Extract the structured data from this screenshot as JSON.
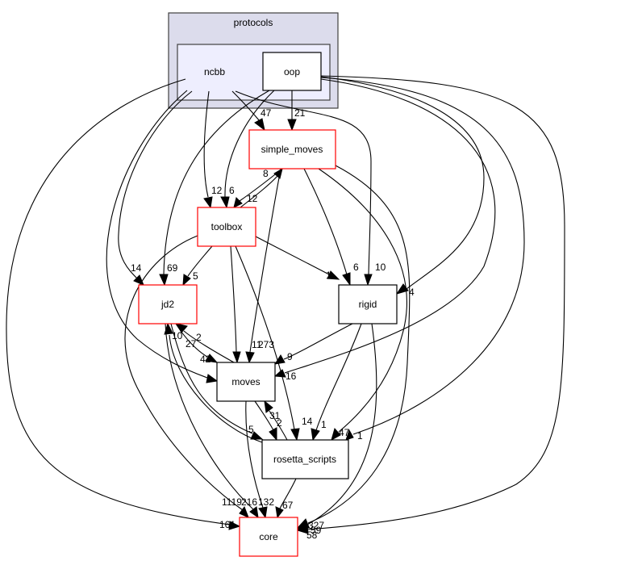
{
  "diagram": {
    "type": "directory-dependency-graph",
    "clusters": [
      {
        "id": "protocols",
        "label": "protocols",
        "fill": "#dcdcec",
        "stroke": "#404040"
      },
      {
        "id": "ncbb",
        "label": "ncbb",
        "fill": "#eeeefe",
        "stroke": "#404040"
      }
    ],
    "nodes": [
      {
        "id": "oop",
        "label": "oop",
        "border": "#000000"
      },
      {
        "id": "simple_moves",
        "label": "simple_moves",
        "border": "#ff0000"
      },
      {
        "id": "toolbox",
        "label": "toolbox",
        "border": "#ff0000"
      },
      {
        "id": "jd2",
        "label": "jd2",
        "border": "#ff0000"
      },
      {
        "id": "rigid",
        "label": "rigid",
        "border": "#000000"
      },
      {
        "id": "moves",
        "label": "moves",
        "border": "#000000"
      },
      {
        "id": "rosetta_scripts",
        "label": "rosetta_scripts",
        "border": "#000000"
      },
      {
        "id": "core",
        "label": "core",
        "border": "#ff0000"
      }
    ],
    "edges": [
      {
        "from": "ncbb",
        "to": "simple_moves",
        "label": "47"
      },
      {
        "from": "oop",
        "to": "simple_moves",
        "label": "21"
      },
      {
        "from": "ncbb",
        "to": "toolbox",
        "label": "12"
      },
      {
        "from": "oop",
        "to": "toolbox",
        "label": "6"
      },
      {
        "from": "simple_moves",
        "to": "toolbox",
        "label": "12"
      },
      {
        "from": "toolbox",
        "to": "simple_moves",
        "label": "8"
      },
      {
        "from": "ncbb",
        "to": "jd2",
        "label": "14"
      },
      {
        "from": "oop",
        "to": "jd2",
        "label": "69"
      },
      {
        "from": "toolbox",
        "to": "jd2",
        "label": "5"
      },
      {
        "from": "toolbox",
        "to": "rigid",
        "label": "1"
      },
      {
        "from": "simple_moves",
        "to": "rigid",
        "label": "6"
      },
      {
        "from": "ncbb",
        "to": "rigid",
        "label": "10"
      },
      {
        "from": "oop",
        "to": "rigid",
        "label": "4"
      },
      {
        "from": "jd2",
        "to": "moves",
        "label": "27"
      },
      {
        "from": "moves",
        "to": "jd2",
        "label": "2"
      },
      {
        "from": "rosetta_scripts",
        "to": "jd2",
        "label": "10"
      },
      {
        "from": "ncbb",
        "to": "moves",
        "label": "42"
      },
      {
        "from": "toolbox",
        "to": "moves",
        "label": "11"
      },
      {
        "from": "simple_moves",
        "to": "moves",
        "label": "273"
      },
      {
        "from": "rigid",
        "to": "moves",
        "label": "9"
      },
      {
        "from": "oop",
        "to": "moves",
        "label": "16"
      },
      {
        "from": "jd2",
        "to": "rosetta_scripts",
        "label": "5"
      },
      {
        "from": "moves",
        "to": "rosetta_scripts",
        "label": "2"
      },
      {
        "from": "rosetta_scripts",
        "to": "moves",
        "label": "31"
      },
      {
        "from": "toolbox",
        "to": "rosetta_scripts",
        "label": "14"
      },
      {
        "from": "rigid",
        "to": "rosetta_scripts",
        "label": "1"
      },
      {
        "from": "simple_moves",
        "to": "rosetta_scripts",
        "label": "47"
      },
      {
        "from": "oop",
        "to": "rosetta_scripts",
        "label": "1"
      },
      {
        "from": "toolbox",
        "to": "core",
        "label": "1119"
      },
      {
        "from": "jd2",
        "to": "core",
        "label": "216"
      },
      {
        "from": "moves",
        "to": "core",
        "label": "132"
      },
      {
        "from": "rosetta_scripts",
        "to": "core",
        "label": "67"
      },
      {
        "from": "ncbb",
        "to": "core",
        "label": "161"
      },
      {
        "from": "simple_moves",
        "to": "core",
        "label": "327"
      },
      {
        "from": "rigid",
        "to": "core",
        "label": "59"
      },
      {
        "from": "oop",
        "to": "core",
        "label": "58"
      }
    ]
  }
}
